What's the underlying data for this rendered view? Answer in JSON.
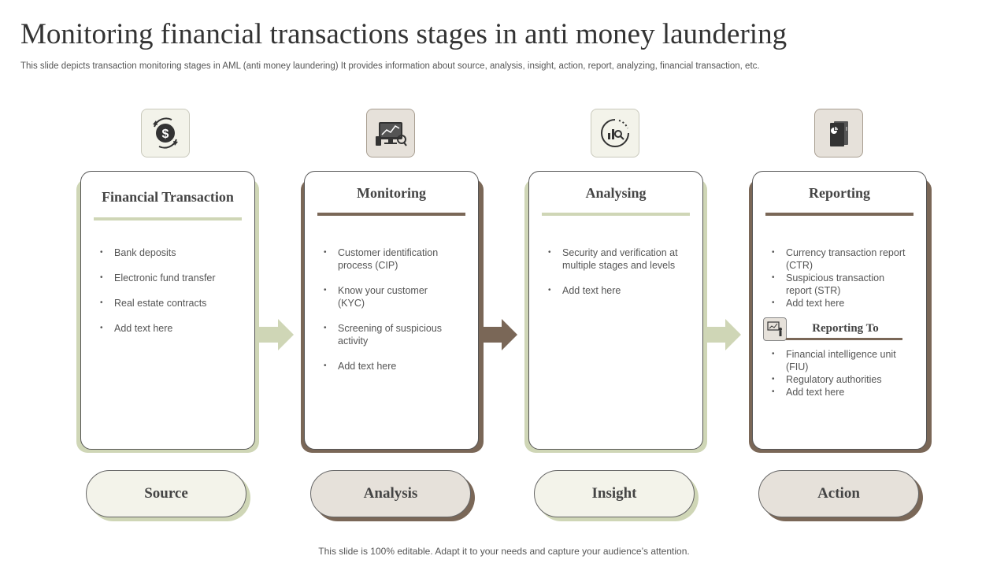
{
  "title": "Monitoring financial transactions stages in anti money laundering",
  "subtitle": "This slide depicts transaction monitoring stages in AML  (anti money laundering) It provides information about source, analysis, insight, action, report, analyzing, financial transaction, etc.",
  "footer": "This slide is 100% editable. Adapt it to your needs and capture your audience’s attention.",
  "colors": {
    "sage": "#cfd6b6",
    "brown": "#7a6757",
    "light_fill": "#f3f3ea",
    "dark_fill": "#e6e1da"
  },
  "stages": [
    {
      "icon": "dollar-exchange-icon",
      "card_title": "Financial Transaction",
      "bullets": [
        "Bank deposits",
        "Electronic fund transfer",
        "Real estate contracts",
        "Add text here"
      ],
      "pill": "Source"
    },
    {
      "icon": "monitor-chart-icon",
      "card_title": "Monitoring",
      "bullets": [
        "Customer identification process (CIP)",
        "Know your customer (KYC)",
        "Screening of suspicious activity",
        "Add text here"
      ],
      "pill": "Analysis"
    },
    {
      "icon": "analytics-search-icon",
      "card_title": "Analysing",
      "bullets": [
        "Security and verification  at multiple stages and levels",
        "Add text here"
      ],
      "pill": "Insight"
    },
    {
      "icon": "report-folder-icon",
      "card_title": "Reporting",
      "bullets": [
        "Currency transaction report (CTR)",
        "Suspicious transaction report (STR)",
        "Add text here"
      ],
      "reporting_to": {
        "icon": "presenter-board-icon",
        "label": "Reporting To",
        "bullets": [
          "Financial intelligence unit (FIU)",
          "Regulatory authorities",
          "Add text here"
        ]
      },
      "pill": "Action"
    }
  ]
}
